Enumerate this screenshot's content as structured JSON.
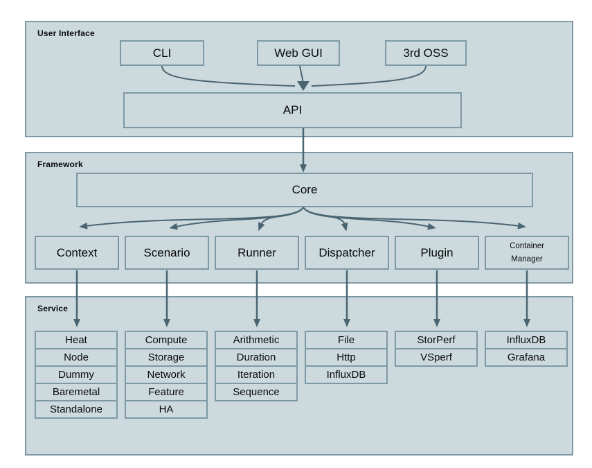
{
  "colors": {
    "section_bg": "#ccd9dd",
    "border": "#7e99a6",
    "arrow": "#4a6572",
    "text": "#0a0a0a",
    "page_bg": "#ffffff"
  },
  "sections": {
    "user_interface": {
      "label": "User Interface",
      "boxes": [
        {
          "label": "CLI"
        },
        {
          "label": "Web GUI"
        },
        {
          "label": "3rd OSS"
        }
      ],
      "api": {
        "label": "API"
      }
    },
    "framework": {
      "label": "Framework",
      "core": {
        "label": "Core"
      },
      "modules": [
        {
          "label": "Context"
        },
        {
          "label": "Scenario"
        },
        {
          "label": "Runner"
        },
        {
          "label": "Dispatcher"
        },
        {
          "label": "Plugin"
        },
        {
          "label": "Container Manager",
          "line1": "Container",
          "line2": "Manager"
        }
      ]
    },
    "service": {
      "label": "Service",
      "columns": [
        {
          "parent": "Context",
          "items": [
            "Heat",
            "Node",
            "Dummy",
            "Baremetal",
            "Standalone"
          ]
        },
        {
          "parent": "Scenario",
          "items": [
            "Compute",
            "Storage",
            "Network",
            "Feature",
            "HA"
          ]
        },
        {
          "parent": "Runner",
          "items": [
            "Arithmetic",
            "Duration",
            "Iteration",
            "Sequence"
          ]
        },
        {
          "parent": "Dispatcher",
          "items": [
            "File",
            "Http",
            "InfluxDB"
          ]
        },
        {
          "parent": "Plugin",
          "items": [
            "StorPerf",
            "VSperf"
          ]
        },
        {
          "parent": "Container Manager",
          "items": [
            "InfluxDB",
            "Grafana"
          ]
        }
      ]
    }
  }
}
